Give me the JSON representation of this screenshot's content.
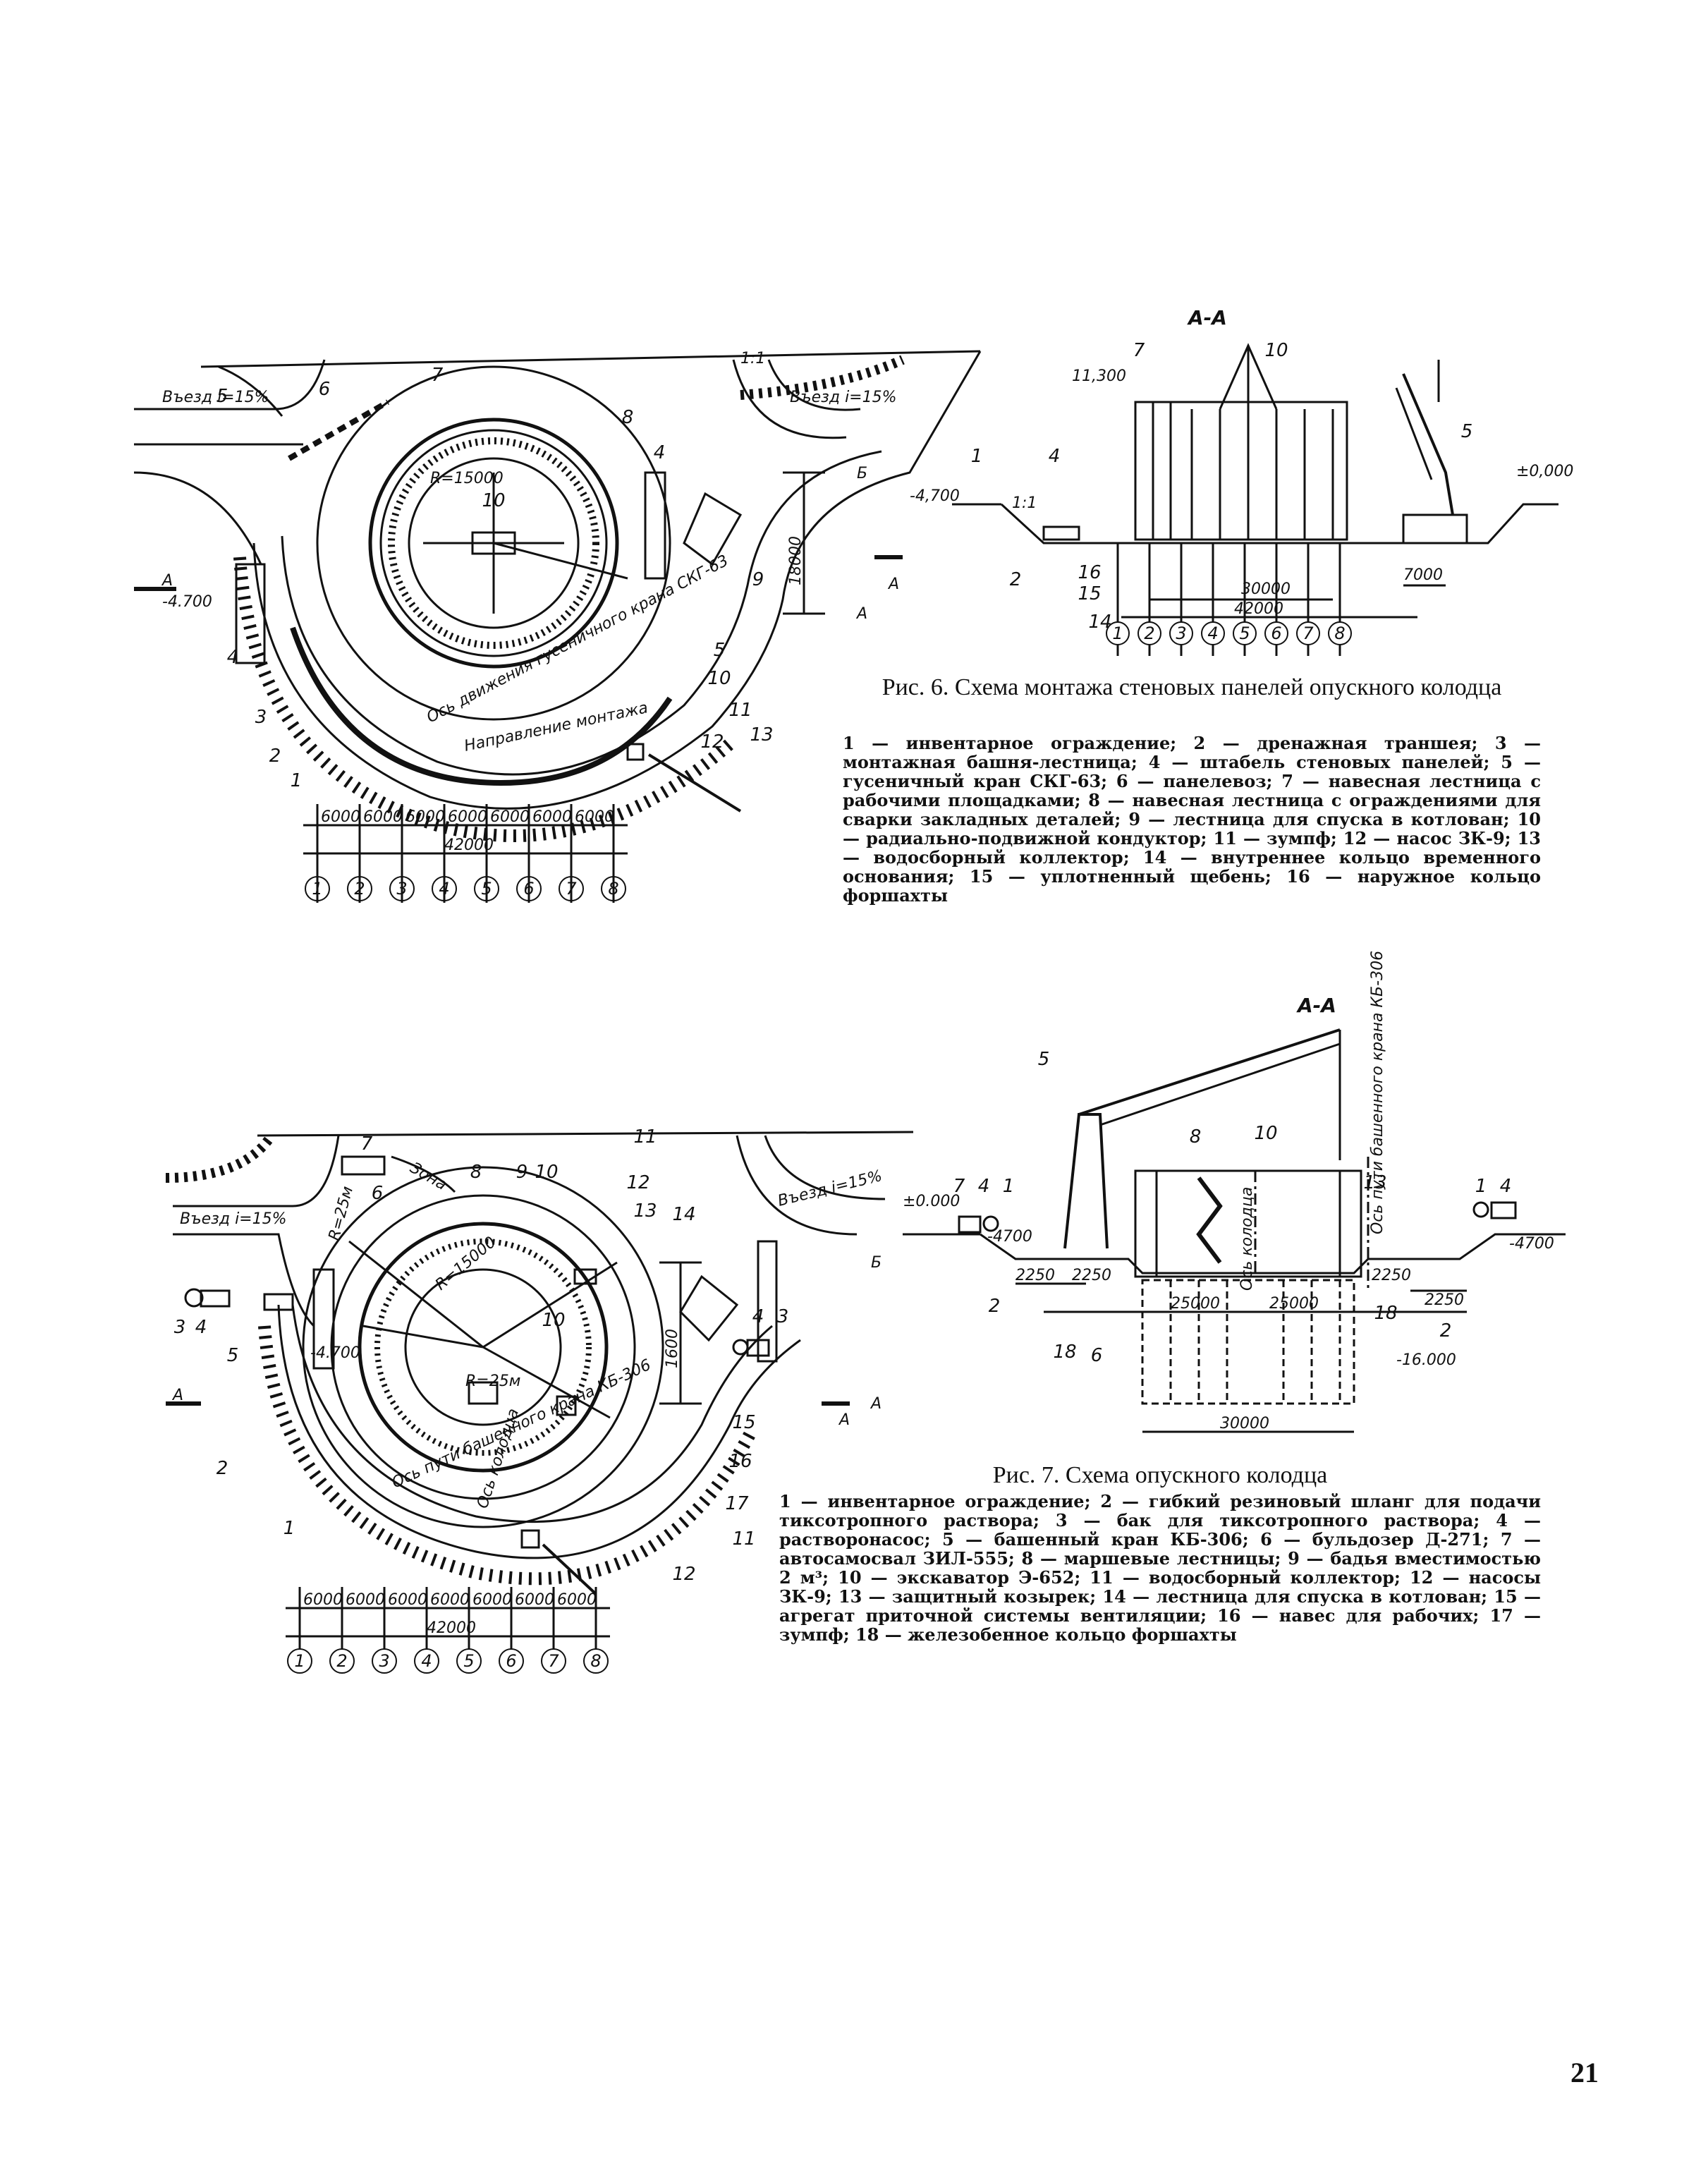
{
  "figure6": {
    "plan_labels": {
      "entry_left": "Въезд i=15%",
      "entry_right": "Въезд i=15%",
      "slope": "1:1",
      "mark_4700": "-4.700",
      "dim_18000": "18000",
      "radius": "R=15000",
      "crane_axis": "Ось движения гусеничного крана СКГ-63",
      "montage_direction": "Направление монтажа",
      "section": "A",
      "axis_A": "А",
      "axis_B": "Б",
      "dims": [
        "6000",
        "6000",
        "6000",
        "6000",
        "6000",
        "6000",
        "6000"
      ],
      "dim_total": "42000",
      "axes": [
        "1",
        "2",
        "3",
        "4",
        "5",
        "6",
        "7",
        "8"
      ],
      "callouts": [
        "1",
        "2",
        "3",
        "4",
        "4",
        "5",
        "5",
        "6",
        "7",
        "8",
        "9",
        "10",
        "10",
        "11",
        "12",
        "13"
      ]
    },
    "section_labels": {
      "title": "А-А",
      "level_top": "11,300",
      "level_zero": "±0,000",
      "level_bottom": "-4,700",
      "slope": "1:1",
      "dim_30000": "30000",
      "dim_42000": "42000",
      "dim_7000": "7000",
      "axes": [
        "1",
        "2",
        "3",
        "4",
        "5",
        "6",
        "7",
        "8"
      ],
      "callouts": [
        "1",
        "2",
        "4",
        "5",
        "7",
        "10",
        "14",
        "15",
        "16"
      ]
    },
    "caption_title": "Рис. 6. Схема монтажа стеновых панелей опускного колодца",
    "caption_body": "1 — инвентарное ограждение; 2 — дренажная траншея; 3 — монтажная башня-лестница; 4 — штабель стеновых панелей; 5 — гусеничный кран СКГ-63; 6 — панелевоз; 7 — навесная лестница с рабочими площадками; 8 — навесная лестница с ограждениями для сварки закладных деталей; 9 — лестница для спуска в котлован; 10 — радиально-подвижной кондуктор; 11 — зумпф; 12 — насос ЗК-9; 13 — водосборный коллектор; 14 — внутреннее кольцо временного основания; 15 — уплотненный щебень; 16 — наружное кольцо форшахты"
  },
  "figure7": {
    "plan_labels": {
      "entry_left": "Въезд i=15%",
      "entry_right": "Въезд i=15%",
      "zone": "Зона",
      "r25": "R=25м",
      "r25b": "R=25м",
      "r15": "R=15000",
      "mark_4700": "-4.700",
      "dim_1600": "1600",
      "crane_path": "Ось пути башенного крана КБ-306",
      "well_axis": "Ось колодца",
      "section": "A",
      "axis_A": "А",
      "axis_B": "Б",
      "dims": [
        "6000",
        "6000",
        "6000",
        "6000",
        "6000",
        "6000",
        "6000"
      ],
      "dim_total": "42000",
      "axes": [
        "1",
        "2",
        "3",
        "4",
        "5",
        "6",
        "7",
        "8"
      ],
      "callouts": [
        "1",
        "2",
        "3",
        "3",
        "4",
        "4",
        "5",
        "6",
        "7",
        "8",
        "9",
        "10",
        "10",
        "11",
        "11",
        "12",
        "12",
        "13",
        "14",
        "15",
        "16",
        "17"
      ]
    },
    "section_labels": {
      "title": "А-А",
      "level_zero": "±0.000",
      "level_4700": "-4700",
      "level_4700b": "-4700",
      "level_16000": "-16.000",
      "dim_2250a": "2250",
      "dim_2250b": "2250",
      "dim_2250c": "2250",
      "dim_2250d": "2250",
      "dim_25000a": "25000",
      "dim_25000b": "25000",
      "dim_30000": "30000",
      "well_axis": "Ось колодца",
      "crane_path": "Ось пути башенного крана КБ-306",
      "callouts": [
        "1",
        "1",
        "2",
        "2",
        "4",
        "4",
        "5",
        "6",
        "7",
        "8",
        "10",
        "13",
        "18",
        "18"
      ]
    },
    "caption_title": "Рис. 7. Схема опускного колодца",
    "caption_body": "1 — инвентарное ограждение; 2 — гибкий резиновый шланг для подачи тиксотропного раствора; 3 — бак для тиксотропного раствора; 4 — растворонасос; 5 — башенный кран КБ-306; 6 — бульдозер Д-271; 7 — автосамосвал ЗИЛ-555; 8 — маршевые лестницы; 9 — бадья вместимостью 2 м³; 10 — экскаватор Э-652; 11 — водосборный коллектор; 12 — насосы ЗК-9; 13 — защитный козырек; 14 — лестница для спуска в котлован; 15 — агрегат приточной системы вентиляции; 16 — навес для рабочих; 17 — зумпф; 18 — железобенное кольцо форшахты"
  },
  "page_number": "21"
}
